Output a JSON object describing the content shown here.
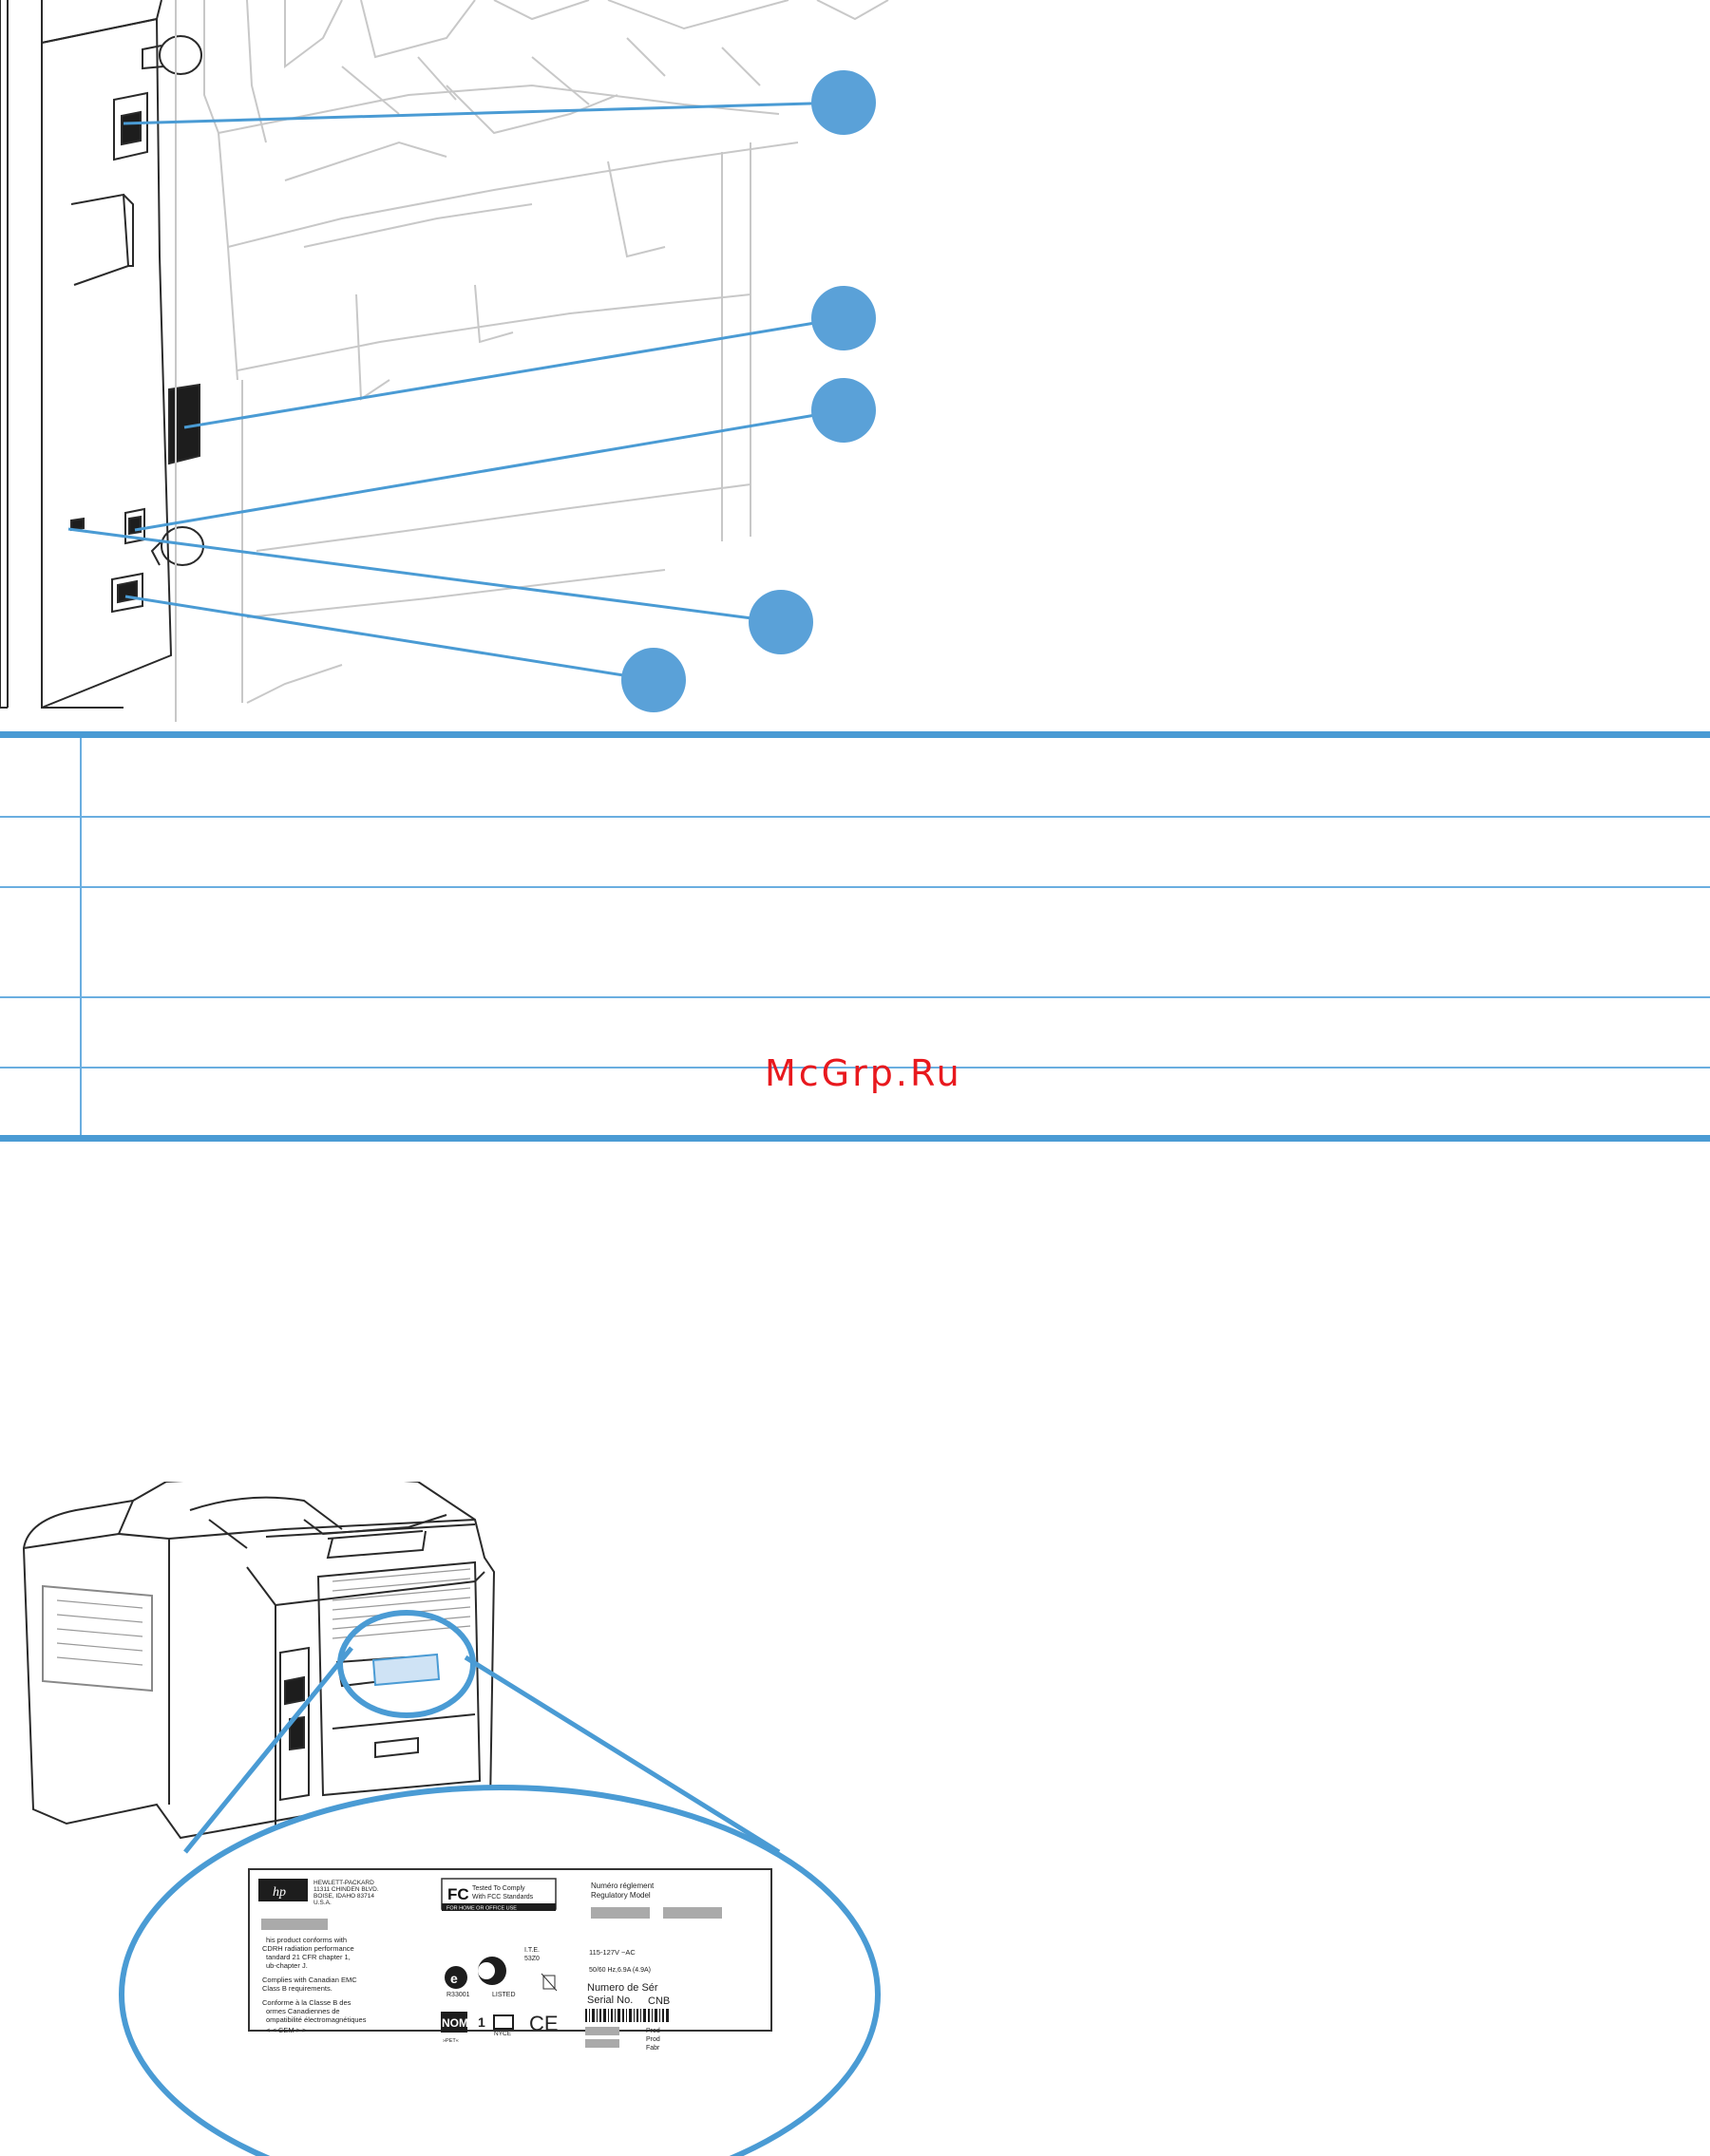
{
  "watermark": "McGrp.Ru",
  "table": {
    "rows": [
      {
        "num": "",
        "desc": ""
      },
      {
        "num": "",
        "desc": ""
      },
      {
        "num": "",
        "desc": ""
      },
      {
        "num": "",
        "desc": ""
      },
      {
        "num": "",
        "desc": ""
      }
    ]
  },
  "label": {
    "brand": "hp",
    "address": [
      "HEWLETT-PACKARD",
      "11311 CHINDEN BLVD.",
      "BOISE, IDAHO 83714",
      "U.S.A."
    ],
    "cdrh": [
      "his product conforms with",
      "CDRH radiation performance",
      "tandard 21 CFR chapter 1,",
      "ub-chapter J."
    ],
    "canadian_en": [
      "Complies with Canadian EMC",
      "Class B requirements."
    ],
    "canadian_fr": [
      "Conforme à la Classe B des",
      "ormes Canadiennes de",
      "ompatibilité électromagnétiques"
    ],
    "cem": "< < CEM > >",
    "fcc_logo": "FC",
    "fcc_text": [
      "Tested To Comply",
      "With FCC Standards"
    ],
    "fcc_bar": "FOR HOME OR OFFICE USE",
    "reg_title": [
      "Numéro réglement",
      "Regulatory Model"
    ],
    "voltage": "115-127V ~AC",
    "current": "50/60 Hz,6.9A (4.9A)",
    "serial_fr": "Numero de Sér",
    "serial_en": "Serial No.",
    "serial_prefix": "CNB",
    "prod_labels": [
      "Prod",
      "Prod",
      "Fabr"
    ],
    "ite": [
      "I.T.E.",
      "53Z0"
    ],
    "r_code": "R33001",
    "listed": "LISTED",
    "nom": "NOM",
    "nom_one": "1",
    "nyce": "NYCE",
    "ce": "CE",
    "pet": "»PET«"
  }
}
